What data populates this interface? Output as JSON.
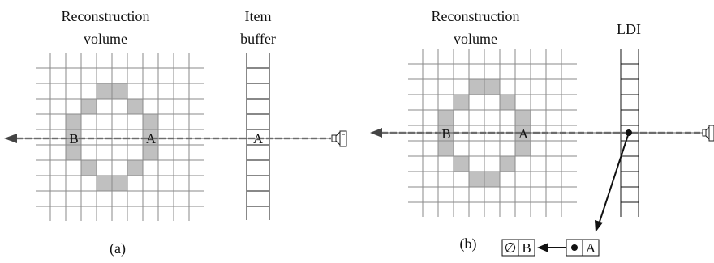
{
  "panel_a": {
    "volume_title_1": "Reconstruction",
    "volume_title_2": "volume",
    "buffer_title_1": "Item",
    "buffer_title_2": "buffer",
    "hit_far": "B",
    "hit_near": "A",
    "buffer_hit": "A",
    "caption": "(a)"
  },
  "panel_b": {
    "volume_title_1": "Reconstruction",
    "volume_title_2": "volume",
    "buffer_title": "LDI",
    "hit_far": "B",
    "hit_near": "A",
    "caption": "(b)",
    "list_empty_symbol": "∅",
    "list_item_1": "B",
    "list_item_2": "A"
  },
  "colors": {
    "filled_cell": "#c0c0c0",
    "grid_line": "#8a8a8a",
    "ray": "#8f8f8f",
    "ink": "#111111"
  }
}
